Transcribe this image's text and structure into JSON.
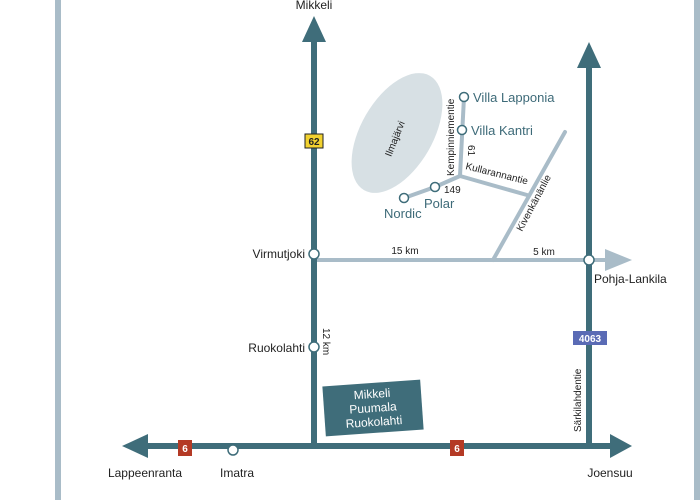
{
  "colors": {
    "main_road": "#3f6d7a",
    "minor_road": "#a9bcc8",
    "border": "#a9bcc8",
    "lake": "#d7e0e4",
    "badge_yellow": "#f2d230",
    "badge_red": "#b43a25",
    "badge_blue": "#5a6bb5",
    "box": "#3f6d7a"
  },
  "places": {
    "mikkeli": "Mikkeli",
    "virmutjoki": "Virmutjoki",
    "ruokolahti": "Ruokolahti",
    "lappeenranta": "Lappeenranta",
    "imatra": "Imatra",
    "joensuu": "Joensuu",
    "pohja_lankila": "Pohja-Lankila",
    "villa_lapponia": "Villa Lapponia",
    "villa_kantri": "Villa Kantri",
    "polar": "Polar",
    "nordic": "Nordic"
  },
  "lake": {
    "name": "Ilmajärvi"
  },
  "roads": {
    "kempinniementie": "Kempinniementie",
    "kullarannantie": "Kullarannantie",
    "kivenkananlie": "Kivenkänänlie",
    "sarkilahdentie": "Särkilahdentie"
  },
  "road_numbers": {
    "r62": "62",
    "r6_left": "6",
    "r6_center": "6",
    "r4063": "4063",
    "r61": "61",
    "r149": "149"
  },
  "distances": {
    "d15": "15 km",
    "d5": "5 km",
    "d12": "12 km"
  },
  "info_box": {
    "line1": "Mikkeli",
    "line2": "Puumala",
    "line3": "Ruokolahti"
  }
}
